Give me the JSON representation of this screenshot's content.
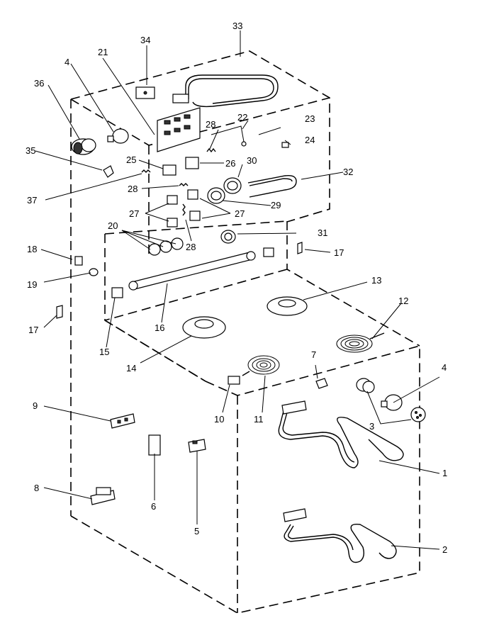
{
  "diagram": {
    "callouts": [
      {
        "id": "c1",
        "text": "1"
      },
      {
        "id": "c2",
        "text": "2"
      },
      {
        "id": "c3",
        "text": "3"
      },
      {
        "id": "c4a",
        "text": "4"
      },
      {
        "id": "c4b",
        "text": "4"
      },
      {
        "id": "c5",
        "text": "5"
      },
      {
        "id": "c6",
        "text": "6"
      },
      {
        "id": "c7",
        "text": "7"
      },
      {
        "id": "c8",
        "text": "8"
      },
      {
        "id": "c9",
        "text": "9"
      },
      {
        "id": "c10",
        "text": "10"
      },
      {
        "id": "c11",
        "text": "11"
      },
      {
        "id": "c12",
        "text": "12"
      },
      {
        "id": "c13",
        "text": "13"
      },
      {
        "id": "c14",
        "text": "14"
      },
      {
        "id": "c15",
        "text": "15"
      },
      {
        "id": "c16",
        "text": "16"
      },
      {
        "id": "c17a",
        "text": "17"
      },
      {
        "id": "c17b",
        "text": "17"
      },
      {
        "id": "c18",
        "text": "18"
      },
      {
        "id": "c19",
        "text": "19"
      },
      {
        "id": "c20",
        "text": "20"
      },
      {
        "id": "c21",
        "text": "21"
      },
      {
        "id": "c22",
        "text": "22"
      },
      {
        "id": "c23",
        "text": "23"
      },
      {
        "id": "c24",
        "text": "24"
      },
      {
        "id": "c25",
        "text": "25"
      },
      {
        "id": "c26",
        "text": "26"
      },
      {
        "id": "c27a",
        "text": "27"
      },
      {
        "id": "c27b",
        "text": "27"
      },
      {
        "id": "c28a",
        "text": "28"
      },
      {
        "id": "c28b",
        "text": "28"
      },
      {
        "id": "c28c",
        "text": "28"
      },
      {
        "id": "c29",
        "text": "29"
      },
      {
        "id": "c30",
        "text": "30"
      },
      {
        "id": "c31",
        "text": "31"
      },
      {
        "id": "c32",
        "text": "32"
      },
      {
        "id": "c33",
        "text": "33"
      },
      {
        "id": "c34",
        "text": "34"
      },
      {
        "id": "c35",
        "text": "35"
      },
      {
        "id": "c36",
        "text": "36"
      },
      {
        "id": "c37",
        "text": "37"
      }
    ]
  }
}
